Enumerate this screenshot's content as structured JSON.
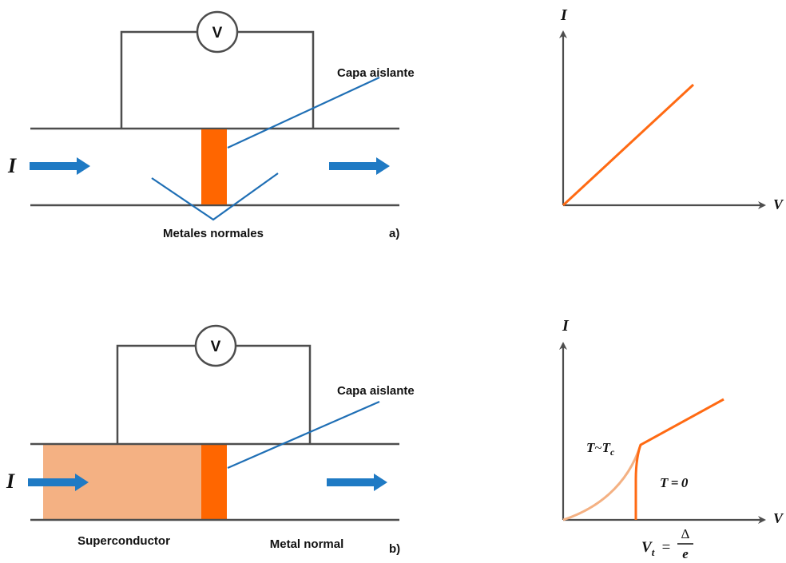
{
  "panel_a": {
    "current_symbol": "I",
    "meter_label": "V",
    "insulator_label": "Capa aislante",
    "metals_label": "Metales normales",
    "panel_tag": "a)"
  },
  "panel_b": {
    "current_symbol": "I",
    "meter_label": "V",
    "insulator_label": "Capa aislante",
    "superconductor_label": "Superconductor",
    "metal_label": "Metal normal",
    "panel_tag": "b)"
  },
  "graph_a": {
    "y_axis_label": "I",
    "x_axis_label": "V"
  },
  "graph_b": {
    "y_axis_label": "I",
    "x_axis_label": "V",
    "curve_label_tc_T": "T",
    "curve_label_tc_sym": "~",
    "curve_label_tc_Tc": "T",
    "curve_label_tc_sub": "c",
    "curve_label_zero": "T = 0",
    "threshold_V": "V",
    "threshold_sub": "t",
    "threshold_eq": "=",
    "threshold_num": "Δ",
    "threshold_den": "e"
  },
  "colors": {
    "wire": "#4d4d4d",
    "insulator": "#ff6600",
    "superconductor": "#f4b183",
    "arrow": "#1f7ac4",
    "leader": "#1f6fb5",
    "curve": "#ff6a13",
    "curve_light": "#f4b183"
  }
}
